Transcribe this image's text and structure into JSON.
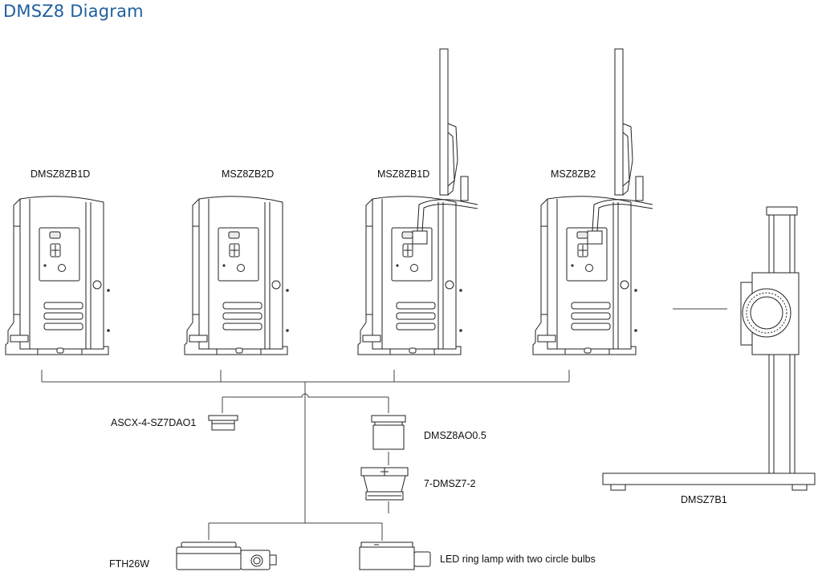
{
  "title": "DMSZ8 Diagram",
  "labels": {
    "DMSZ8ZB1D": "DMSZ8ZB1D",
    "MSZ8ZB2D": "MSZ8ZB2D",
    "MSZ8ZB1D": "MSZ8ZB1D",
    "MSZ8ZB2": "MSZ8ZB2",
    "ASCX": "ASCX-4-SZ7DAO1",
    "DMSZ8AO": "DMSZ8AO0.5",
    "DMSZ7_2": "7-DMSZ7-2",
    "DMSZ7B1": "DMSZ7B1",
    "FTH26W": "FTH26W",
    "LED": "LED ring lamp with two circle bulbs"
  }
}
